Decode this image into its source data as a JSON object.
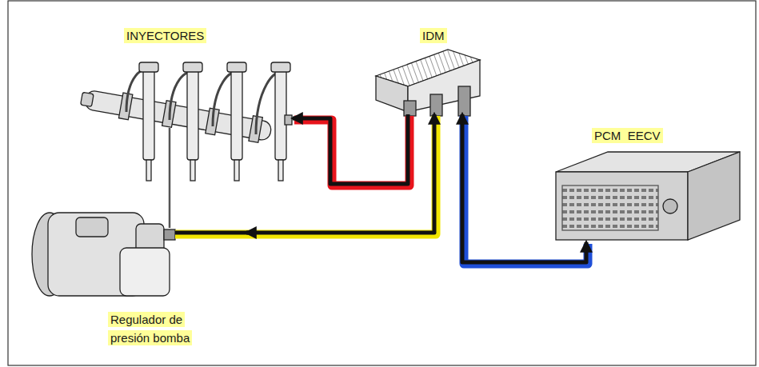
{
  "diagram": {
    "nodes": [
      {
        "text": [
          "INYECTORES"
        ]
      },
      {
        "text": [
          "IDM"
        ]
      },
      {
        "text": [
          "PCM  EECV"
        ]
      },
      {
        "text": [
          "Regulador de presión bomba"
        ]
      }
    ],
    "edges": [
      {
        "from": 1,
        "to": 0,
        "arrow": "to"
      },
      {
        "from": 3,
        "to": 1,
        "arrow": "both"
      },
      {
        "from": 1,
        "to": 2,
        "arrow": "both"
      },
      {
        "from": 3,
        "to": 0,
        "arrow": "none"
      }
    ]
  }
}
